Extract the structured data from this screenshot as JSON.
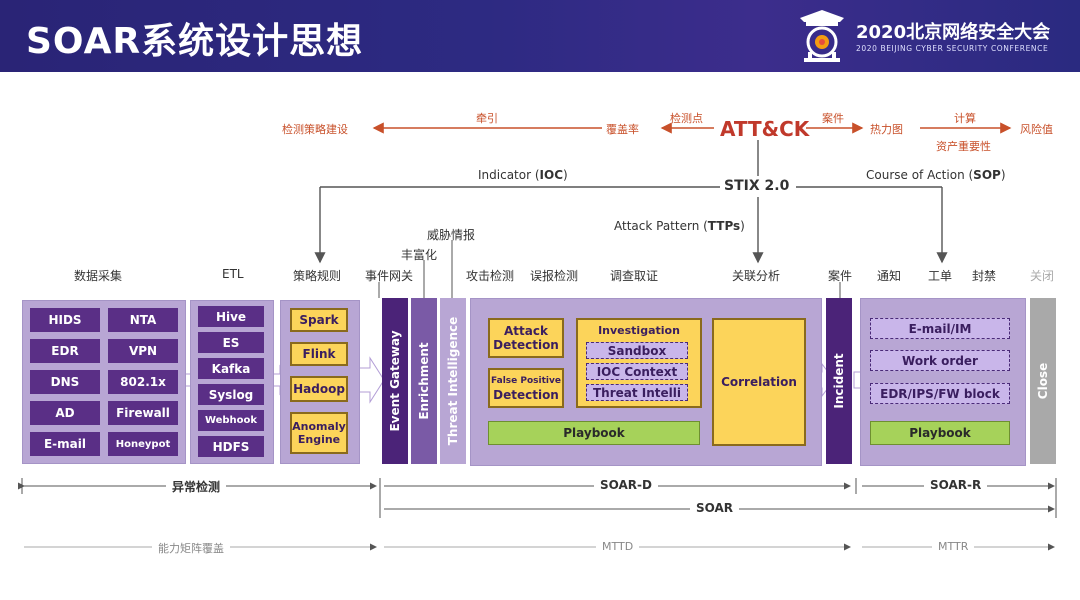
{
  "header": {
    "title": "SOAR系统设计思想",
    "conference_name": "2020北京网络安全大会",
    "conference_sub": "2020 BEIJING CYBER SECURITY CONFERENCE"
  },
  "top_flow": {
    "center": "ATT&CK",
    "left_far": "检测策略建设",
    "left_arrow_label": "牵引",
    "left_near": "覆盖率",
    "left_near_arrow_label": "检测点",
    "right_arrow_label": "案件",
    "right_near": "热力图",
    "right_arrow2_label": "计算",
    "right_far": "风险值",
    "right_sub": "资产重要性"
  },
  "stix": {
    "label": "STIX 2.0",
    "indicator_prefix": "Indicator (",
    "indicator_bold": "IOC",
    "indicator_suffix": ")",
    "coa_prefix": "Course of Action (",
    "coa_bold": "SOP",
    "coa_suffix": ")",
    "pattern_prefix": "Attack Pattern (",
    "pattern_bold": "TTPs",
    "pattern_suffix": ")"
  },
  "column_labels": {
    "data_collection": "数据采集",
    "etl": "ETL",
    "rules": "策略规则",
    "event_gateway": "事件网关",
    "enrichment": "丰富化",
    "threat_intel": "威胁情报",
    "attack_detect": "攻击检测",
    "false_pos": "误报检测",
    "investigation": "调查取证",
    "correlation": "关联分析",
    "incident": "案件",
    "notify": "通知",
    "workorder": "工单",
    "block": "封禁",
    "close": "关闭"
  },
  "data_collection": [
    "HIDS",
    "NTA",
    "EDR",
    "VPN",
    "DNS",
    "802.1x",
    "AD",
    "Firewall",
    "E-mail",
    "Honeypot"
  ],
  "etl": [
    "Hive",
    "ES",
    "Kafka",
    "Syslog",
    "Webhook",
    "HDFS"
  ],
  "rules": [
    "Spark",
    "Flink",
    "Hadoop",
    "Anomaly Engine"
  ],
  "vertical_bars": {
    "event_gateway": "Event Gateway",
    "enrichment": "Enrichment",
    "threat_intelligence": "Threat Intelligence",
    "incident": "Incident",
    "close": "Close"
  },
  "soar_d": {
    "attack_detection": "Attack Detection",
    "false_positive_detection_1": "False Positive",
    "false_positive_detection_2": "Detection",
    "investigation": "Investigation",
    "sandbox": "Sandbox",
    "ioc_context": "IOC Context",
    "threat_intelli": "Threat Intelli",
    "correlation": "Correlation",
    "playbook": "Playbook"
  },
  "soar_r": {
    "email_im": "E-mail/IM",
    "work_order": "Work order",
    "block": "EDR/IPS/FW block",
    "playbook": "Playbook"
  },
  "bottom": {
    "anomaly_detection": "异常检测",
    "soar_d": "SOAR-D",
    "soar_r": "SOAR-R",
    "soar": "SOAR",
    "capability": "能力矩阵覆盖",
    "mttd": "MTTD",
    "mttr": "MTTR"
  },
  "colors": {
    "header_bg": "#2a2476",
    "accent_red": "#c0392b",
    "panel_purple": "#b8a6d4",
    "dark_purple": "#5a2f86",
    "yellow": "#fcd45a",
    "green": "#a6d25a",
    "gray": "#a9a9a9"
  }
}
